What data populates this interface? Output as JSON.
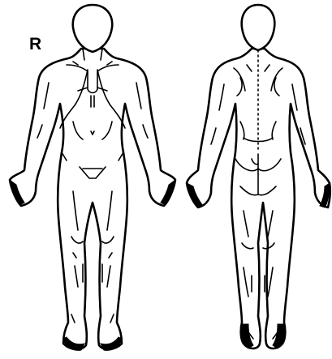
{
  "diagram": {
    "side_label": "R",
    "colors": {
      "line": "#000000",
      "background": "#ffffff"
    },
    "figures": [
      {
        "view": "front",
        "icon": "body-front-outline-icon"
      },
      {
        "view": "back",
        "icon": "body-back-outline-icon"
      }
    ]
  }
}
